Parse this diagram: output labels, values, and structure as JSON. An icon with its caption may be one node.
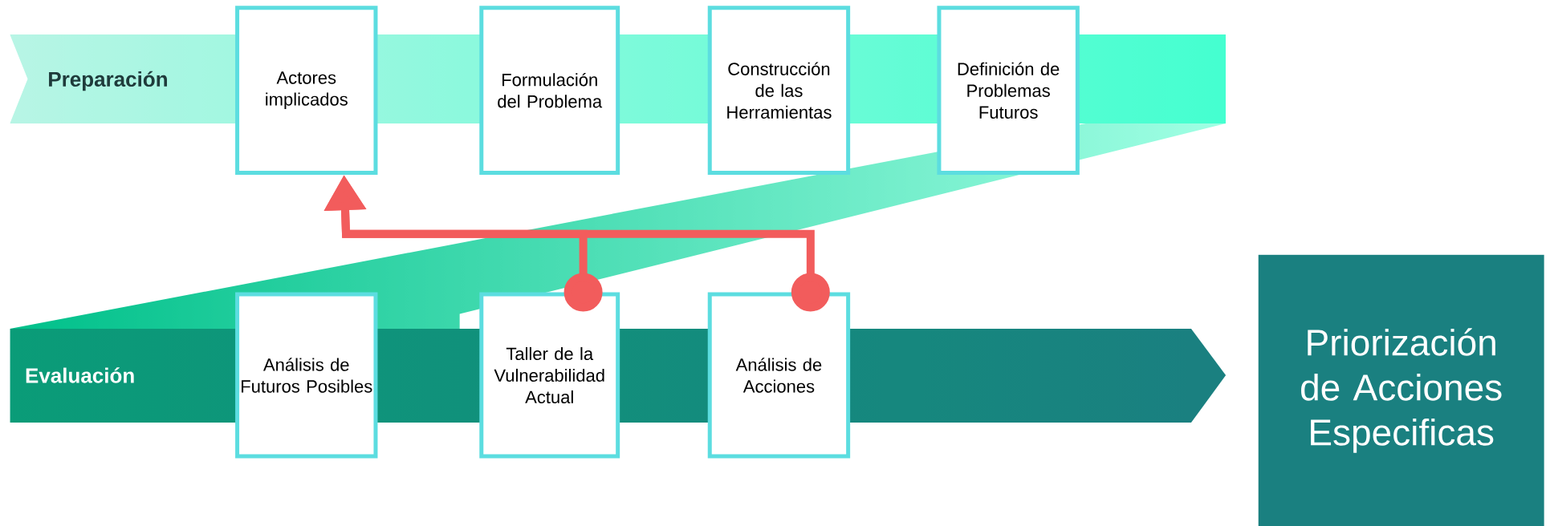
{
  "diagram": {
    "nodes": [
      {
        "text": [
          "Preparación"
        ]
      },
      {
        "text": [
          "Actores implicados"
        ]
      },
      {
        "text": [
          "Formulación del Problema"
        ]
      },
      {
        "text": [
          "Construcción de las Herramientas"
        ]
      },
      {
        "text": [
          "Definición de Problemas Futuros"
        ]
      },
      {
        "text": [
          "Evaluación"
        ]
      },
      {
        "text": [
          "Análisis de Futuros Posibles"
        ]
      },
      {
        "text": [
          "Taller de la Vulnerabilidad Actual"
        ]
      },
      {
        "text": [
          "Análisis de Acciones"
        ]
      },
      {
        "text": [
          "Priorización de Acciones Especificas"
        ]
      }
    ],
    "edges": [
      {
        "from": 7,
        "to": 1,
        "arrow": "to"
      },
      {
        "from": 8,
        "to": 1,
        "arrow": "to"
      }
    ]
  }
}
